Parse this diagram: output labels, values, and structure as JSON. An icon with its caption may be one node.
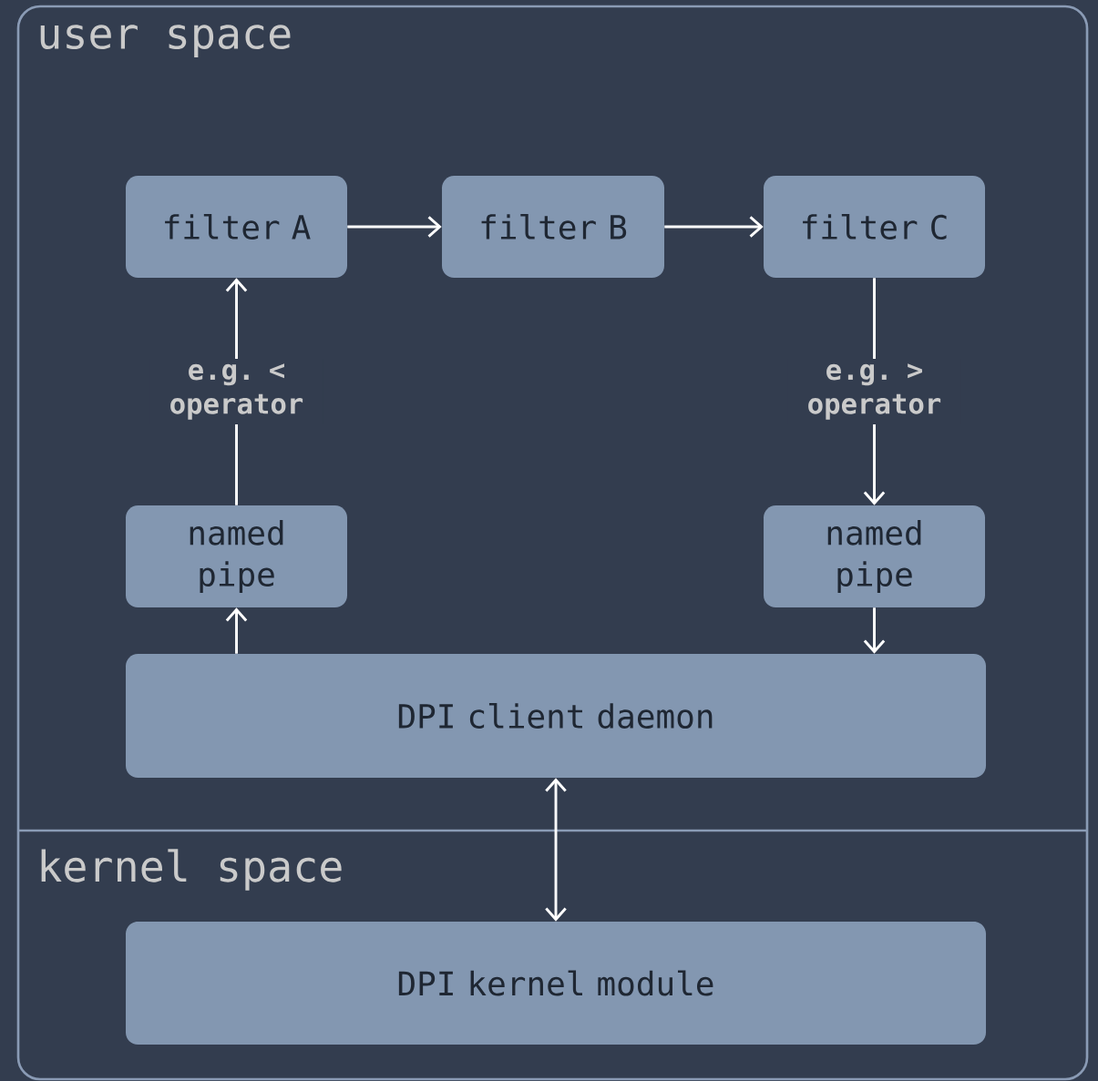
{
  "diagram": {
    "nodes": [
      {
        "text": [
          "user space"
        ]
      },
      {
        "text": [
          "filter A"
        ],
        "in": 0
      },
      {
        "text": [
          "filter B"
        ],
        "in": 0
      },
      {
        "text": [
          "filter C"
        ],
        "in": 0
      },
      {
        "text": [
          "named pipe"
        ],
        "in": 0
      },
      {
        "text": [
          "named pipe"
        ],
        "in": 0
      },
      {
        "text": [
          "DPI client daemon"
        ],
        "in": 0
      },
      {
        "text": [
          "kernel space"
        ]
      },
      {
        "text": [
          "DPI kernel module"
        ],
        "in": 7
      }
    ],
    "edges": [
      {
        "from": 1,
        "to": 2,
        "arrow": "to"
      },
      {
        "from": 2,
        "to": 3,
        "arrow": "to"
      },
      {
        "from": 4,
        "to": 1,
        "arrow": "to",
        "label": "e.g. < operator"
      },
      {
        "from": 3,
        "to": 5,
        "arrow": "to",
        "label": "e.g. > operator"
      },
      {
        "from": 6,
        "to": 4,
        "arrow": "to"
      },
      {
        "from": 5,
        "to": 6,
        "arrow": "to"
      },
      {
        "from": 6,
        "to": 8,
        "arrow": "both"
      }
    ]
  }
}
